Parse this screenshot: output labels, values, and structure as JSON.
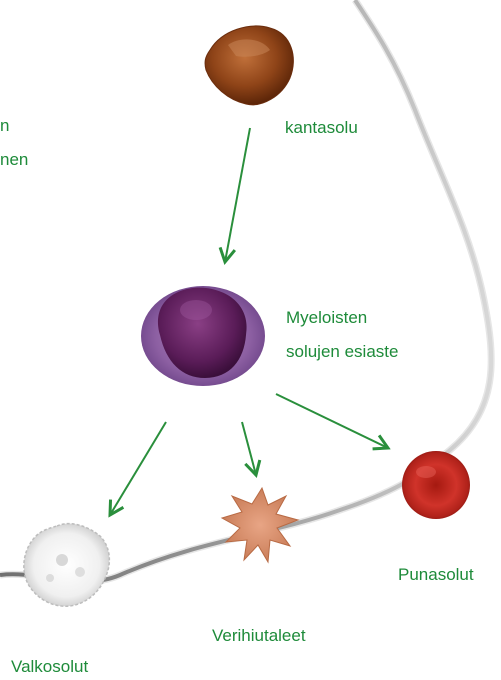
{
  "labels": {
    "stem_cell": "kantasolu",
    "myeloid_line1": "Myeloisten",
    "myeloid_line2": "solujen esiaste",
    "red_cells": "Punasolut",
    "platelets": "Verihiutaleet",
    "white_cells": "Valkosolut",
    "cut_off_1": "n",
    "cut_off_2": "nen"
  },
  "colors": {
    "label_green": "#1e8b3a",
    "arrow_green": "#2a8f3c",
    "stem_cell": "#8a3e14",
    "myeloid_cell": "#6b2d6b",
    "red_cell": "#c0261c",
    "platelet": "#d9906a",
    "white_cell": "#eeeeee",
    "vessel_line": "#8a8a8a"
  },
  "diagram": {
    "nodes": [
      "stem_cell",
      "myeloid_progenitor",
      "white_cells",
      "platelets",
      "red_cells"
    ],
    "edges": [
      [
        "stem_cell",
        "myeloid_progenitor"
      ],
      [
        "myeloid_progenitor",
        "white_cells"
      ],
      [
        "myeloid_progenitor",
        "platelets"
      ],
      [
        "myeloid_progenitor",
        "red_cells"
      ]
    ]
  }
}
